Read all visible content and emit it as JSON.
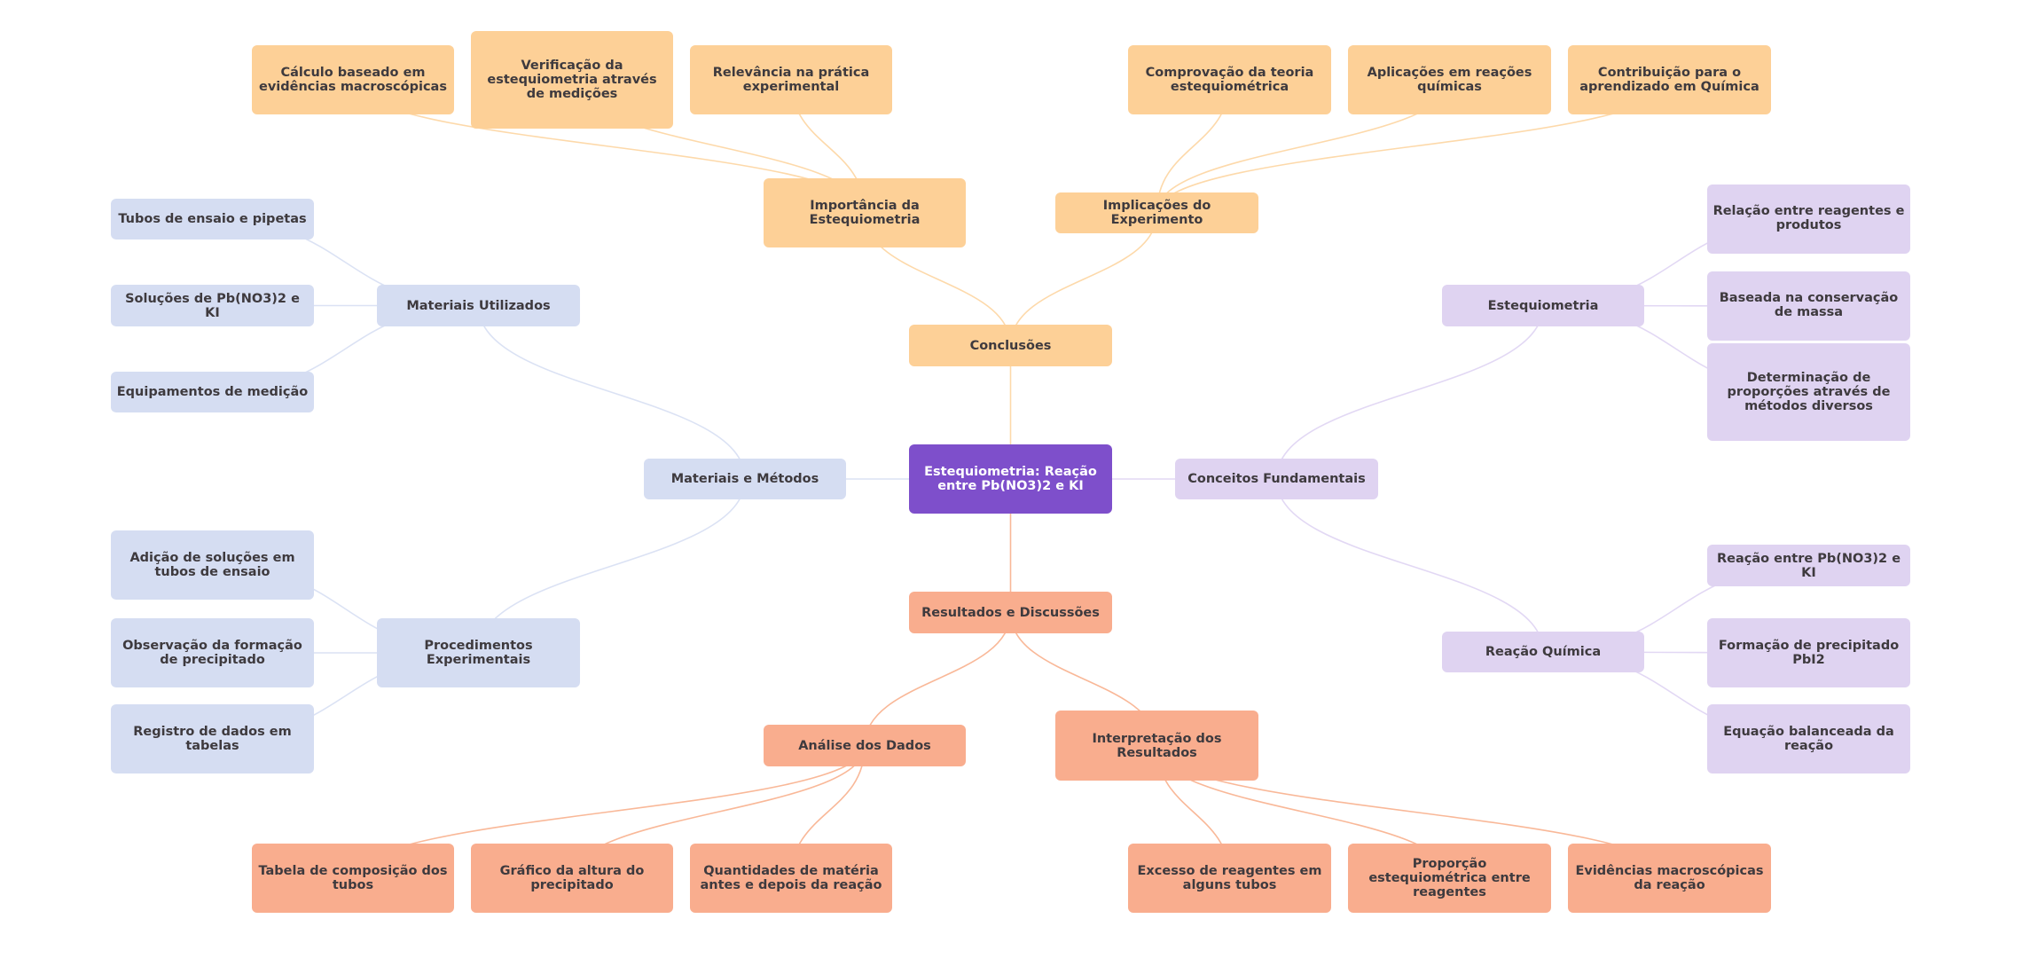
{
  "root": {
    "label": "Estequiometria: Reação entre Pb(NO3)2 e KI"
  },
  "colors": {
    "root": "#7e4fcb",
    "conclusions": "#fdd097",
    "results": "#f9ad8e",
    "methods": "#d5ddf2",
    "concepts": "#dfd3f1",
    "edge_conclusions": "#fdd9aa",
    "edge_results": "#f9b898",
    "edge_methods": "#dbe2f4",
    "edge_concepts": "#e2d8f4",
    "text": "#3e3a3e"
  },
  "branches": {
    "conclusoes": {
      "label": "Conclusões",
      "importancia": {
        "label": "Importância da Estequiometria",
        "children": [
          "Cálculo baseado em evidências macroscópicas",
          "Verificação da estequiometria através de medições",
          "Relevância na prática experimental"
        ]
      },
      "implicacoes": {
        "label": "Implicações do Experimento",
        "children": [
          "Comprovação da teoria estequiométrica",
          "Aplicações em reações químicas",
          "Contribuição para o aprendizado em Química"
        ]
      }
    },
    "materiais_metodos": {
      "label": "Materiais e Métodos",
      "materiais": {
        "label": "Materiais Utilizados",
        "children": [
          "Tubos de ensaio e pipetas",
          "Soluções de Pb(NO3)2 e KI",
          "Equipamentos de medição"
        ]
      },
      "procedimentos": {
        "label": "Procedimentos Experimentais",
        "children": [
          "Adição de soluções em tubos de ensaio",
          "Observação da formação de precipitado",
          "Registro de dados em tabelas"
        ]
      }
    },
    "conceitos": {
      "label": "Conceitos Fundamentais",
      "estequiometria": {
        "label": "Estequiometria",
        "children": [
          "Relação entre reagentes e produtos",
          "Baseada na conservação de massa",
          "Determinação de proporções através de métodos diversos"
        ]
      },
      "reacao": {
        "label": "Reação Química",
        "children": [
          "Reação entre Pb(NO3)2 e KI",
          "Formação de precipitado PbI2",
          "Equação balanceada da reação"
        ]
      }
    },
    "resultados": {
      "label": "Resultados e Discussões",
      "analise": {
        "label": "Análise dos Dados",
        "children": [
          "Tabela de composição dos tubos",
          "Gráfico da altura do precipitado",
          "Quantidades de matéria antes e depois da reação"
        ]
      },
      "interpretacao": {
        "label": "Interpretação dos Resultados",
        "children": [
          "Excesso de reagentes em alguns tubos",
          "Proporção estequiométrica entre reagentes",
          "Evidências macroscópicas da reação"
        ]
      }
    }
  }
}
